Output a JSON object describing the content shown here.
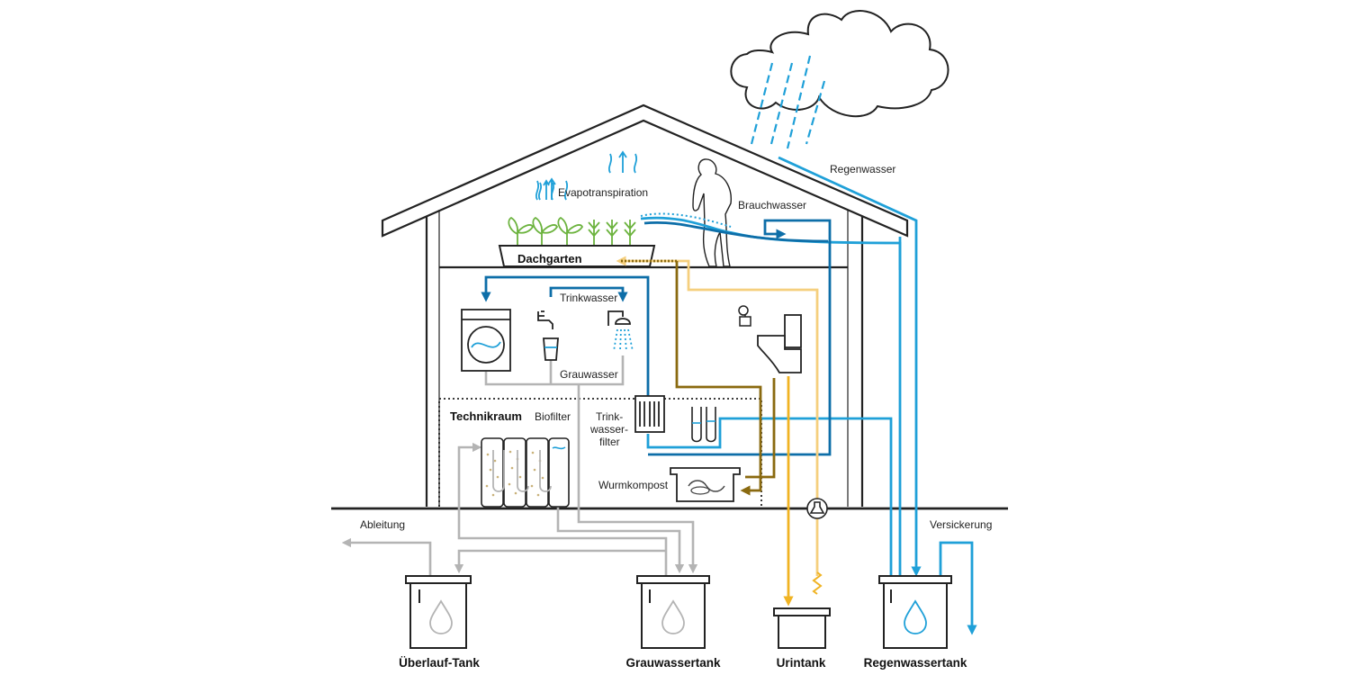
{
  "labels": {
    "regenwasser": "Regenwasser",
    "evapotranspiration": "Evapotranspiration",
    "brauchwasser": "Brauchwasser",
    "dachgarten": "Dachgarten",
    "trinkwasser": "Trinkwasser",
    "grauwasser": "Grauwasser",
    "technikraum": "Technikraum",
    "biofilter": "Biofilter",
    "trinkwasserfilter_1": "Trink-",
    "trinkwasserfilter_2": "wasser-",
    "trinkwasserfilter_3": "filter",
    "wurmkompost": "Wurmkompost",
    "ableitung": "Ableitung",
    "versickerung": "Versickerung"
  },
  "tanks": {
    "ueberlauf": "Überlauf-Tank",
    "grauwasser": "Grauwassertank",
    "urin": "Urintank",
    "regenwasser": "Regenwassertank"
  },
  "colors": {
    "rain_blue": "#1fa0d8",
    "trink_blue": "#0d6ea8",
    "grey_water": "#b4b4b4",
    "urine_yellow": "#f0b323",
    "light_yellow": "#f5cf7e",
    "brown": "#8a6a10",
    "plant_green": "#6cb33e",
    "outline": "#222222"
  },
  "icons": [
    "cloud-icon",
    "rain-icon",
    "evaporation-icon",
    "plant-icon",
    "person-icon",
    "washing-machine-icon",
    "faucet-icon",
    "glass-icon",
    "shower-icon",
    "toilet-icon",
    "cistern-icon",
    "filter-icon",
    "test-tube-icon",
    "biofilter-icon",
    "worm-compost-icon",
    "lab-flask-icon",
    "water-drop-icon",
    "tank-icon"
  ]
}
